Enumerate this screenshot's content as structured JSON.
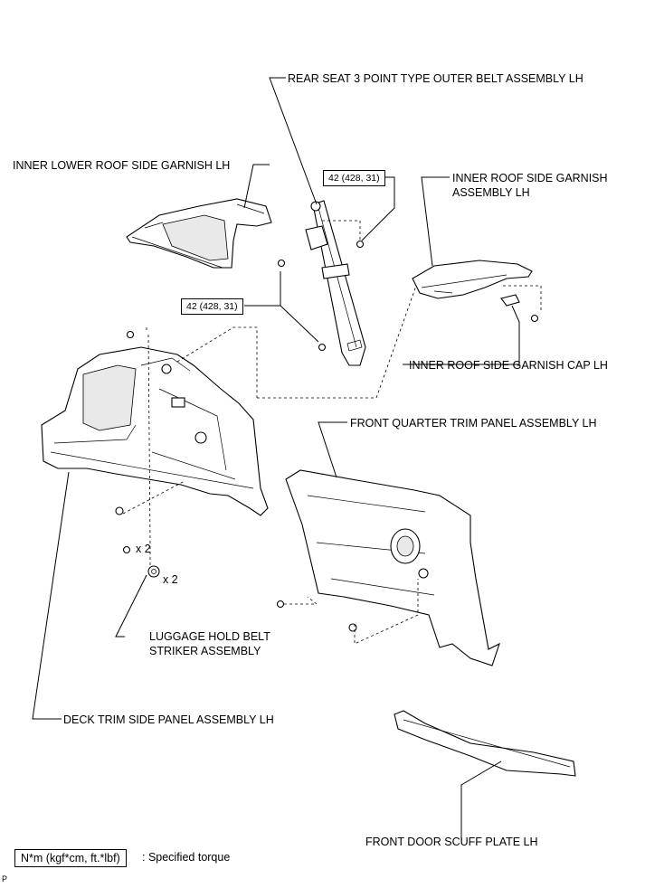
{
  "labels": {
    "rear_belt": "REAR SEAT 3 POINT TYPE OUTER BELT ASSEMBLY LH",
    "inner_lower_roof": "INNER LOWER ROOF SIDE GARNISH LH",
    "inner_roof_line1": "INNER ROOF SIDE GARNISH",
    "inner_roof_line2": "ASSEMBLY LH",
    "roof_cap": "INNER ROOF SIDE GARNISH CAP LH",
    "front_quarter": "FRONT QUARTER TRIM PANEL ASSEMBLY LH",
    "luggage_line1": "LUGGAGE HOLD BELT",
    "luggage_line2": "STRIKER ASSEMBLY",
    "deck_trim": "DECK TRIM SIDE PANEL ASSEMBLY LH",
    "scuff_plate": "FRONT DOOR SCUFF PLATE LH"
  },
  "torque": {
    "upper": "42 (428, 31)",
    "lower": "42 (428, 31)"
  },
  "quantities": {
    "bolt": "x 2",
    "striker": "x 2"
  },
  "legend": {
    "box": "N*m (kgf*cm, ft.*lbf)",
    "text": ": Specified torque"
  },
  "corner_mark": "P"
}
